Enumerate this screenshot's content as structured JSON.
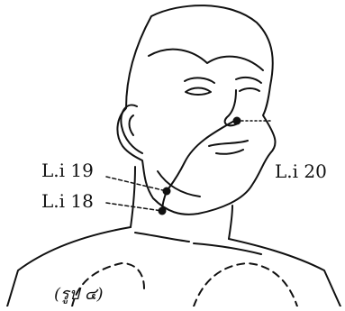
{
  "points": {
    "li20": "L.i 20",
    "li19": "L.i 19",
    "li18": "L.i 18"
  },
  "caption": "(รูป ๔)",
  "colors": {
    "ink": "#111111",
    "paper": "#ffffff"
  }
}
